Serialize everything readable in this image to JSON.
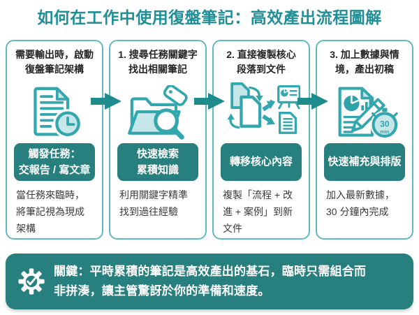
{
  "title": "如何在工作中使用復盤筆記：高效產出流程圖解",
  "colors": {
    "accent_teal": "#1F8E96",
    "card_border": "#5FBAC0",
    "badge_bg": "#27807E",
    "banner_bg": "#27807E",
    "icon_stroke": "#33A7AE",
    "icon_fill": "#C5E7E9",
    "arrow": "#1E8C8C",
    "heading_text": "#262626",
    "body_text": "#3B3B3B"
  },
  "steps": [
    {
      "heading": "需要輸出時，啟動\n復盤筆記架構",
      "icon": "document-clock-icon",
      "badge": "觸發任務：\n交報告 / 寫文章",
      "description": "當任務來臨時，將筆記視為現成架構"
    },
    {
      "heading": "1. 搜尋任務關鍵字\n找出相關筆記",
      "icon": "folder-search-tag-icon",
      "badge": "快速檢索\n累積知識",
      "description": "利用關鍵字精準找到過往經驗"
    },
    {
      "heading": "2. 直接複製核心\n段落到文件",
      "icon": "copy-documents-transfer-icon",
      "badge": "轉移核心內容",
      "description": "複製「流程 + 改進 + 案例」到新文件"
    },
    {
      "heading": "3. 加上數據與情\n境，產出初稿",
      "icon": "document-chart-pencil-stopwatch-icon",
      "badge": "快速補充與排版",
      "description": "加入最新數據，30 分鐘內完成"
    }
  ],
  "stopwatch": {
    "value": "30",
    "unit": "min"
  },
  "arrows": {
    "icon": "arrow-right-icon",
    "count": 3
  },
  "banner": {
    "icon": "gear-check-icon",
    "text": "關鍵：平時累積的筆記是高效產出的基石，臨時只需組合而非拼湊，讓主管驚訝於你的準備和速度。"
  }
}
